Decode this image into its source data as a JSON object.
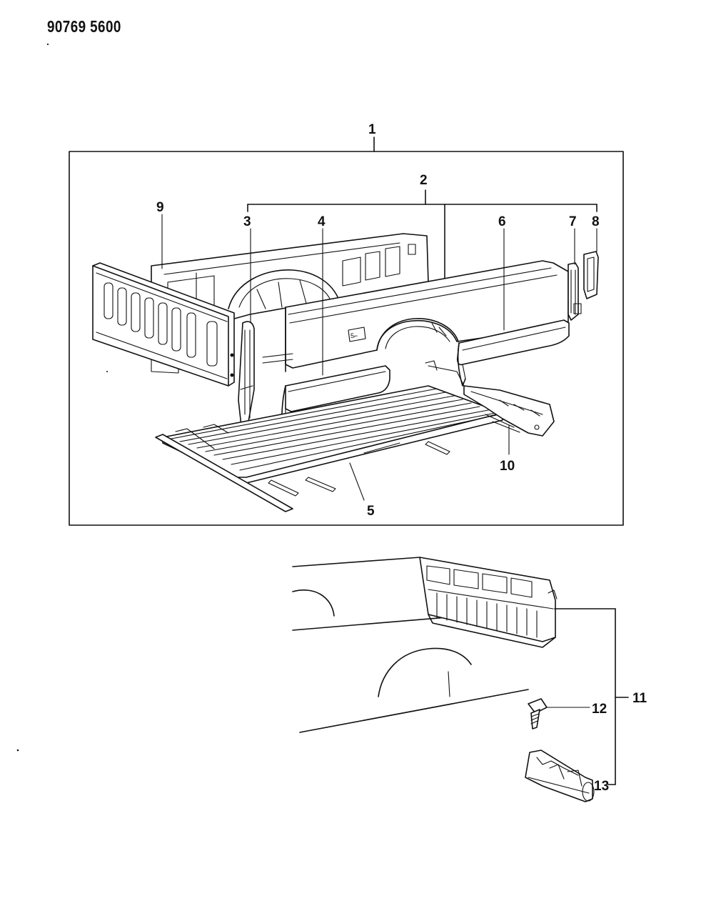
{
  "document": {
    "number": "90769 5600"
  },
  "callouts": {
    "c1": "1",
    "c2": "2",
    "c3": "3",
    "c4": "4",
    "c5": "5",
    "c6": "6",
    "c7": "7",
    "c8": "8",
    "c9": "9",
    "c10": "10",
    "c11": "11",
    "c12": "12",
    "c13": "13"
  }
}
